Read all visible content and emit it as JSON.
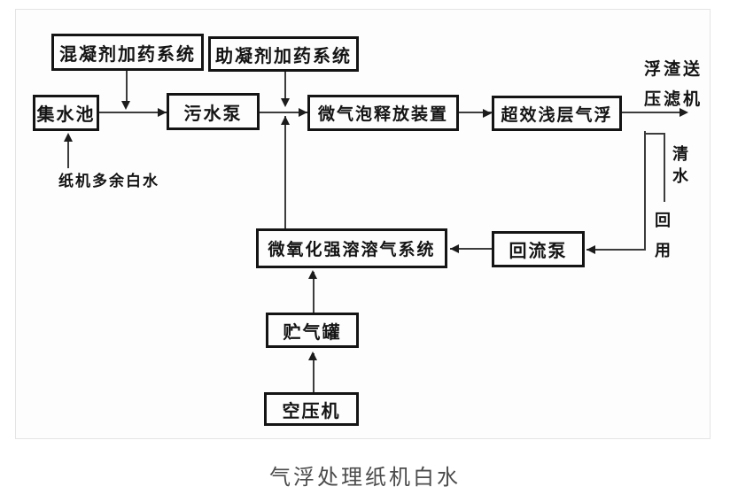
{
  "figure": {
    "caption": "气浮处理纸机白水"
  },
  "diagram": {
    "boxes": [
      {
        "id": "coagulant-dosing-system",
        "label": "混凝剂加药系统"
      },
      {
        "id": "coagulant-aid-dosing-system",
        "label": "助凝剂加药系统"
      },
      {
        "id": "collection-tank",
        "label": "集水池"
      },
      {
        "id": "sewage-pump",
        "label": "污水泵"
      },
      {
        "id": "microbubble-release-device",
        "label": "微气泡释放装置"
      },
      {
        "id": "super-efficient-shallow-air-flotation",
        "label": "超效浅层气浮"
      },
      {
        "id": "micro-oxidation-dissolved-air-system",
        "label": "微氧化强溶溶气系统"
      },
      {
        "id": "reflux-pump",
        "label": "回流泵"
      },
      {
        "id": "air-storage-tank",
        "label": "贮气罐"
      },
      {
        "id": "air-compressor",
        "label": "空压机"
      }
    ],
    "labels": {
      "inflow": "纸机多余白水",
      "scum_line1": "浮渣送",
      "scum_line2": "压滤机",
      "clear_water": "清水",
      "reuse": "回用"
    }
  }
}
